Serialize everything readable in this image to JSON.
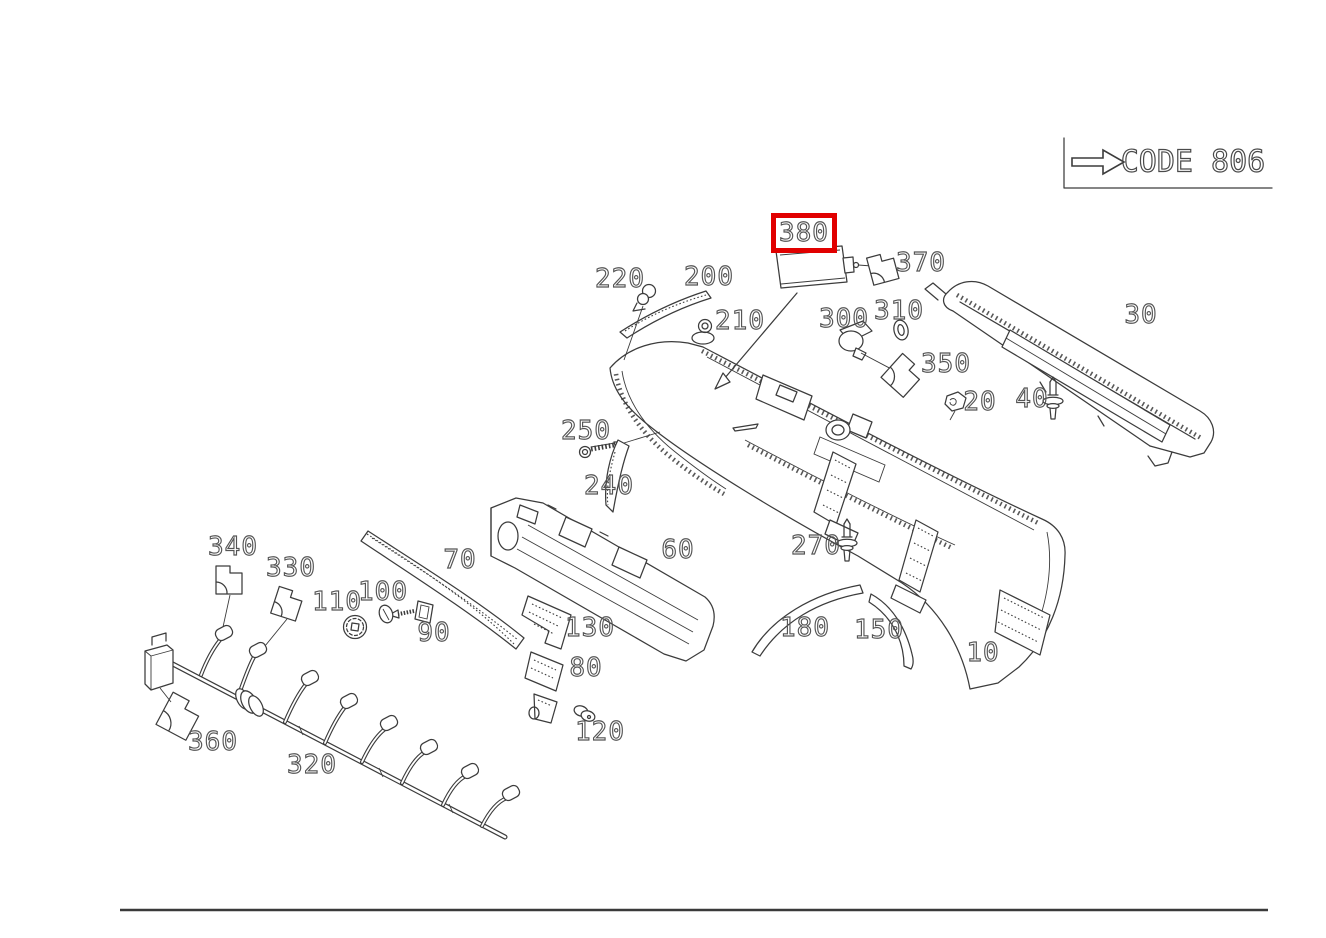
{
  "diagram": {
    "code_box": {
      "label": "CODE 806"
    },
    "highlight_color": "#e10000",
    "line_color": "#3c3c3c",
    "highlighted_part": "380"
  },
  "parts": [
    {
      "label": "380",
      "highlighted": true
    },
    {
      "label": "370"
    },
    {
      "label": "220"
    },
    {
      "label": "200"
    },
    {
      "label": "210"
    },
    {
      "label": "300"
    },
    {
      "label": "310"
    },
    {
      "label": "350"
    },
    {
      "label": "30"
    },
    {
      "label": "20"
    },
    {
      "label": "40"
    },
    {
      "label": "250"
    },
    {
      "label": "240"
    },
    {
      "label": "60"
    },
    {
      "label": "270"
    },
    {
      "label": "70"
    },
    {
      "label": "340"
    },
    {
      "label": "330"
    },
    {
      "label": "110"
    },
    {
      "label": "100"
    },
    {
      "label": "90"
    },
    {
      "label": "130"
    },
    {
      "label": "180"
    },
    {
      "label": "150"
    },
    {
      "label": "10"
    },
    {
      "label": "80"
    },
    {
      "label": "120"
    },
    {
      "label": "360"
    },
    {
      "label": "320"
    }
  ]
}
